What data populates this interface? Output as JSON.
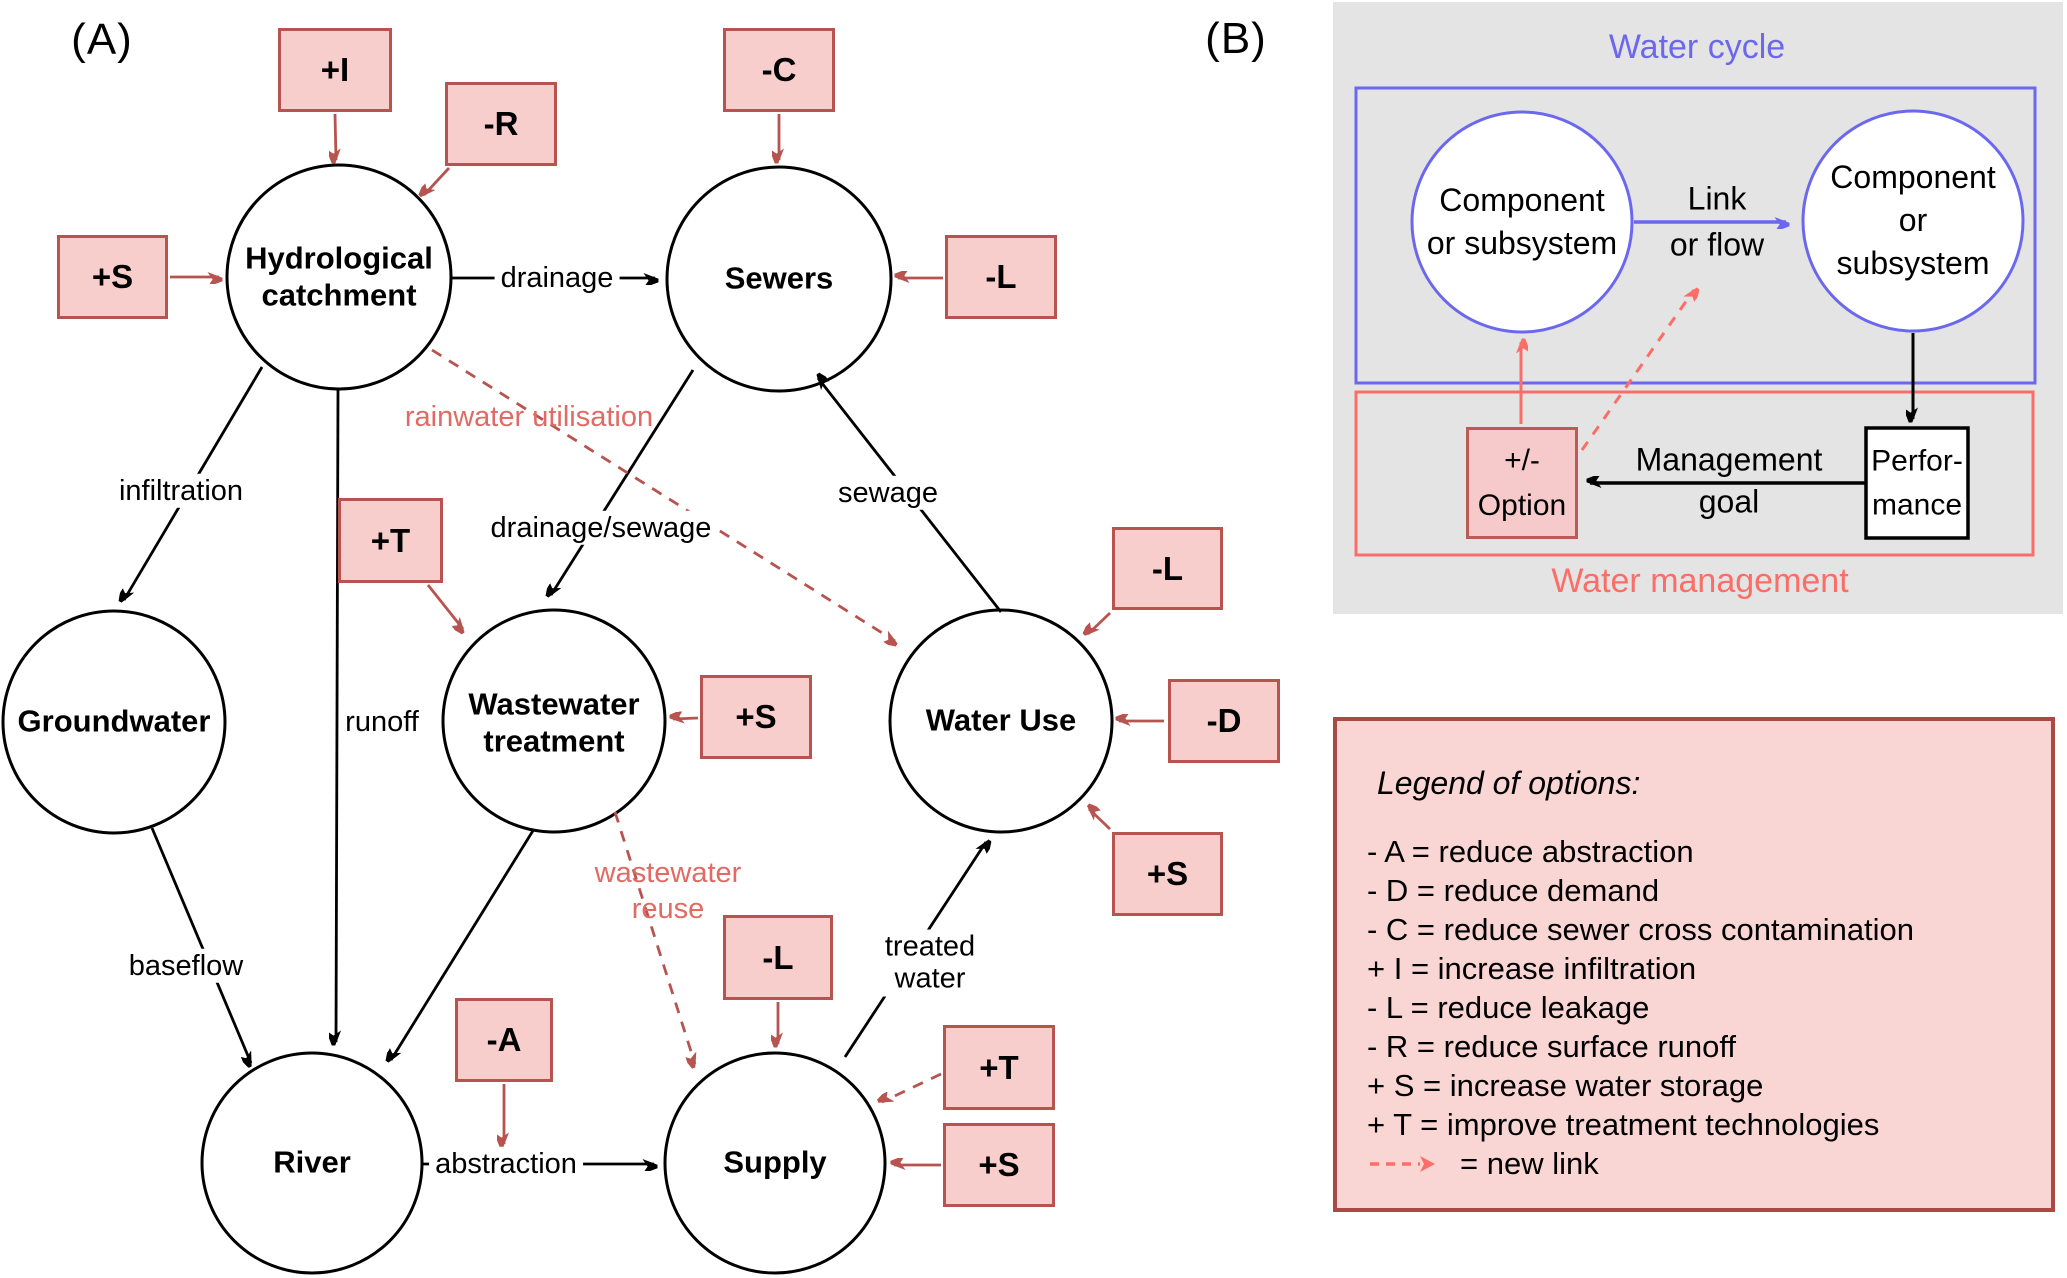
{
  "figure": {
    "panel_a": {
      "label": "(A)",
      "nodes": {
        "hydrological_catchment": "Hydrological\ncatchment",
        "sewers": "Sewers",
        "groundwater": "Groundwater",
        "wastewater_treatment": "Wastewater\ntreatment",
        "water_use": "Water Use",
        "river": "River",
        "supply": "Supply"
      },
      "flows": {
        "drainage": "drainage",
        "infiltration": "infiltration",
        "runoff": "runoff",
        "drainage_sewage": "drainage/sewage",
        "sewage": "sewage",
        "baseflow": "baseflow",
        "abstraction": "abstraction",
        "treated_water": "treated\nwater"
      },
      "new_links": {
        "rainwater_utilisation": "rainwater utilisation",
        "wastewater_reuse": "wastewater\nreuse"
      },
      "options": {
        "catchment_i": "+I",
        "catchment_r": "-R",
        "catchment_s": "+S",
        "sewers_c": "-C",
        "sewers_l": "-L",
        "wwt_t": "+T",
        "wwt_s": "+S",
        "wateruse_l": "-L",
        "wateruse_d": "-D",
        "wateruse_s": "+S",
        "abstraction_a": "-A",
        "supply_l": "-L",
        "supply_t": "+T",
        "supply_s": "+S"
      }
    },
    "panel_b": {
      "label": "(B)",
      "water_cycle_title": "Water cycle",
      "component_left": "Component\nor subsystem",
      "component_right": "Component\nor subsystem",
      "link_label": "Link\nor flow",
      "option_box": "+/-\nOption",
      "management_goal": "Management\ngoal",
      "performance": "Perfor-\nmance",
      "water_management_title": "Water management"
    },
    "legend": {
      "title": "Legend of options:",
      "items": [
        "- A = reduce abstraction",
        "- D = reduce demand",
        "- C = reduce sewer cross contamination",
        "+ I = increase infiltration",
        "- L = reduce leakage",
        "- R = reduce surface runoff",
        "+ S = increase water storage",
        "+ T = improve treatment technologies"
      ],
      "new_link_item": "= new link"
    },
    "colors": {
      "option_fill": "#f8cecc",
      "option_border": "#b85450",
      "brick_red": "#b85450",
      "salmon": "#fb6e68",
      "new_link_label_red": "#e06a64",
      "blue": "#6b68ee",
      "panel_b_background": "#e4e4e4",
      "legend_fill": "#f9d6d4",
      "legend_border": "#ab4a44"
    }
  }
}
